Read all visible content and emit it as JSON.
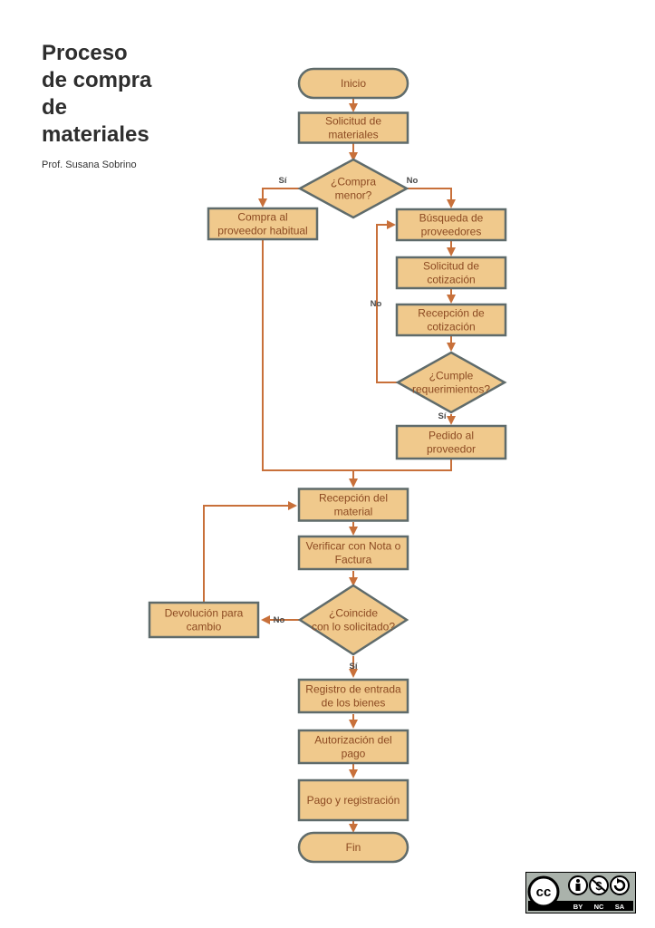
{
  "title_lines": [
    "Proceso",
    "de compra",
    "de",
    "materiales"
  ],
  "author": "Prof. Susana Sobrino",
  "colors": {
    "node_fill": "#f0c98c",
    "node_stroke": "#5f6b6b",
    "edge": "#c8703a",
    "label_text": "#8c4a22"
  },
  "nodes": {
    "inicio": {
      "shape": "terminal",
      "lines": [
        "Inicio"
      ]
    },
    "solicitud_materiales": {
      "shape": "process",
      "lines": [
        "Solicitud de",
        "materiales"
      ]
    },
    "compra_menor": {
      "shape": "decision",
      "lines": [
        "¿Compra",
        "menor?"
      ]
    },
    "compra_proveedor_habitual": {
      "shape": "process",
      "lines": [
        "Compra al",
        "proveedor habitual"
      ]
    },
    "busqueda_proveedores": {
      "shape": "process",
      "lines": [
        "Búsqueda de",
        "proveedores"
      ]
    },
    "solicitud_cotizacion": {
      "shape": "process",
      "lines": [
        "Solicitud de",
        "cotización"
      ]
    },
    "recepcion_cotizacion": {
      "shape": "process",
      "lines": [
        "Recepción de",
        "cotización"
      ]
    },
    "cumple_requerimientos": {
      "shape": "decision",
      "lines": [
        "¿Cumple",
        "requerimientos?"
      ]
    },
    "pedido_proveedor": {
      "shape": "process",
      "lines": [
        "Pedido al",
        "proveedor"
      ]
    },
    "recepcion_material": {
      "shape": "process",
      "lines": [
        "Recepción del",
        "material"
      ]
    },
    "verificar_nota": {
      "shape": "process",
      "lines": [
        "Verificar con Nota o",
        "Factura"
      ]
    },
    "coincide_solicitado": {
      "shape": "decision",
      "lines": [
        "¿Coincide",
        "con lo solicitado?"
      ]
    },
    "devolucion_cambio": {
      "shape": "process",
      "lines": [
        "Devolución para",
        "cambio"
      ]
    },
    "registro_entrada": {
      "shape": "process",
      "lines": [
        "Registro de entrada",
        "de los bienes"
      ]
    },
    "autorizacion_pago": {
      "shape": "process",
      "lines": [
        "Autorización del",
        "pago"
      ]
    },
    "pago_registracion": {
      "shape": "process",
      "lines": [
        "Pago y registración"
      ]
    },
    "fin": {
      "shape": "terminal",
      "lines": [
        "Fin"
      ]
    }
  },
  "edge_labels": {
    "compra_menor_si": "Sí",
    "compra_menor_no": "No",
    "cumple_no": "No",
    "cumple_si": "Sí",
    "coincide_no": "No",
    "coincide_si": "Sí"
  },
  "license": {
    "badge": "cc",
    "terms": [
      "BY",
      "NC",
      "SA"
    ]
  }
}
